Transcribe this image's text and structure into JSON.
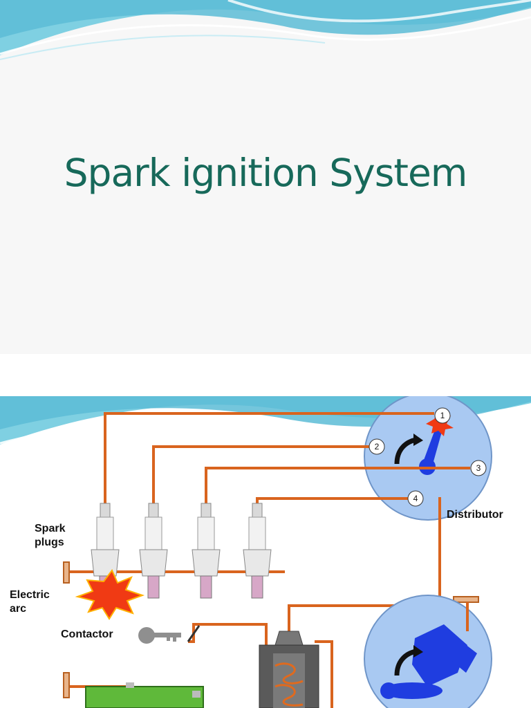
{
  "slide_title": {
    "title": "Spark ignition System"
  },
  "diagram": {
    "labels": {
      "spark_plugs_line1": "Spark",
      "spark_plugs_line2": "plugs",
      "electric_arc_line1": "Electric",
      "electric_arc_line2": "arc",
      "contactor": "Contactor",
      "distributor": "Distributor"
    },
    "distributor_terminals": [
      "1",
      "2",
      "3",
      "4"
    ],
    "colors": {
      "title": "#17695a",
      "wire": "#d9641e",
      "distributor_disc": "#a9c9f2",
      "rotor": "#1f3de0",
      "battery": "#5fb93a",
      "spark": "#f03a14",
      "header_wave": "#6fc8dc"
    }
  }
}
